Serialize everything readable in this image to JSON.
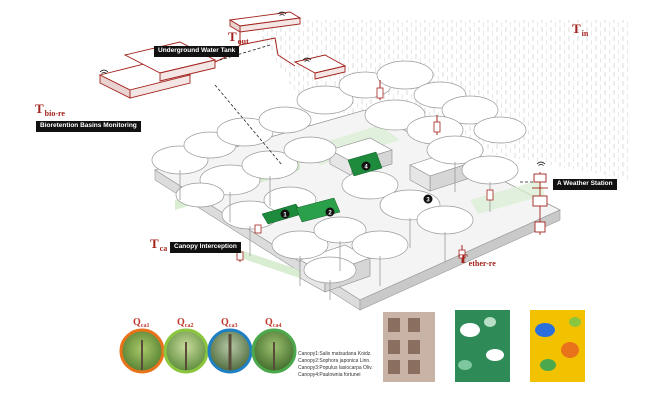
{
  "temperature_labels": {
    "t_out": {
      "main": "T",
      "sub": "out"
    },
    "t_in": {
      "main": "T",
      "sub": "in"
    },
    "t_bio_re": {
      "main": "T",
      "sub": "bio-re"
    },
    "t_ca": {
      "main": "T",
      "sub": "ca"
    },
    "t_ether_re": {
      "main": "T",
      "sub": "ether-re"
    }
  },
  "tags": {
    "underground_water_tank": "Underground Water Tank",
    "bioretention_basins_monitoring": "Bioretention Basins Monitoring",
    "canopy_interception": "Canopy Interception",
    "weather_station": "A Weather Station"
  },
  "canopy_markers": [
    "1",
    "2",
    "3",
    "4"
  ],
  "canopy_flow_labels": [
    {
      "main": "Q",
      "sub": "ca1"
    },
    {
      "main": "Q",
      "sub": "ca2"
    },
    {
      "main": "Q",
      "sub": "ca3"
    },
    {
      "main": "Q",
      "sub": "ca4"
    }
  ],
  "legend_lines": [
    "Canopy1:Salix matsudana Koidz.",
    "Canopy2:Sophora japonica Linn.",
    "Canopy3:Populus lasiocarpa Oliv.",
    "Canopy4:Paulownia fortunei"
  ],
  "colors": {
    "accent_red": "#a3231d",
    "tag_bg": "#111111",
    "green_highlight": "#1e8a3c",
    "circle_rings": [
      "#e8731a",
      "#8cc63f",
      "#1e7fc2",
      "#4ca84c"
    ]
  }
}
